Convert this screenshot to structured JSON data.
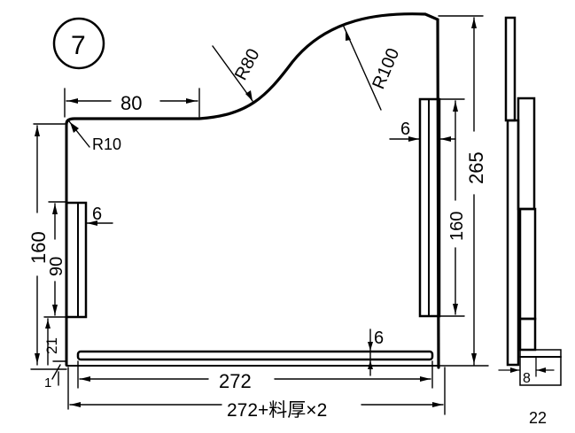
{
  "figure": {
    "number": "7",
    "type": "technical drawing (front view + side view) of a board part",
    "colors": {
      "ink": "#000000",
      "paper": "#ffffff"
    }
  },
  "front_view": {
    "dimensions": {
      "top_flat_length": "80",
      "corner_radius": "R10",
      "curve_radius_1": "R80",
      "curve_radius_2": "R100",
      "right_strip_thickness": "6",
      "overall_height": "265",
      "right_strip_height": "160",
      "left_strip_thickness": "6",
      "left_total_height": "160",
      "left_strip_height": "90",
      "left_bottom_offset": "21",
      "left_base_gap": "1",
      "bottom_strip_thickness": "6",
      "bottom_strip_length": "272",
      "overall_width": "272+料厚×2"
    }
  },
  "side_view": {
    "dimensions": {
      "inner_width": "8",
      "overall_width": "22"
    }
  }
}
